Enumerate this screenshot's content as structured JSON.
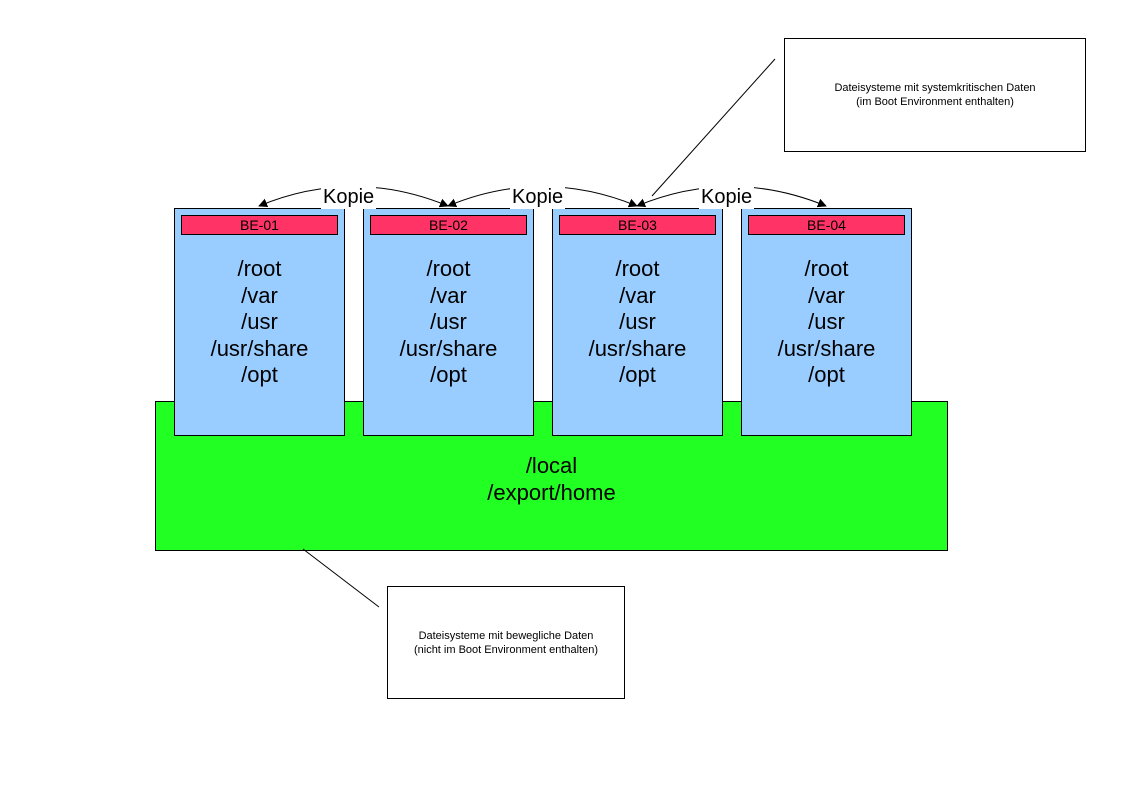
{
  "boot_environments": [
    {
      "label": "BE-01",
      "filesystems": [
        "/root",
        "/var",
        "/usr",
        "/usr/share",
        "/opt"
      ]
    },
    {
      "label": "BE-02",
      "filesystems": [
        "/root",
        "/var",
        "/usr",
        "/usr/share",
        "/opt"
      ]
    },
    {
      "label": "BE-03",
      "filesystems": [
        "/root",
        "/var",
        "/usr",
        "/usr/share",
        "/opt"
      ]
    },
    {
      "label": "BE-04",
      "filesystems": [
        "/root",
        "/var",
        "/usr",
        "/usr/share",
        "/opt"
      ]
    }
  ],
  "shared": {
    "filesystems": [
      "/local",
      "/export/home"
    ]
  },
  "copy_label": "Kopie",
  "notes": {
    "critical": {
      "line1": "Dateisysteme mit systemkritischen Daten",
      "line2": "(im Boot Environment enthalten)"
    },
    "movable": {
      "line1": "Dateisysteme mit bewegliche Daten",
      "line2": "(nicht im Boot Environment enthalten)"
    }
  },
  "colors": {
    "be_fill": "#99ccff",
    "be_header_fill": "#ff3366",
    "shared_fill": "#22ff22"
  }
}
